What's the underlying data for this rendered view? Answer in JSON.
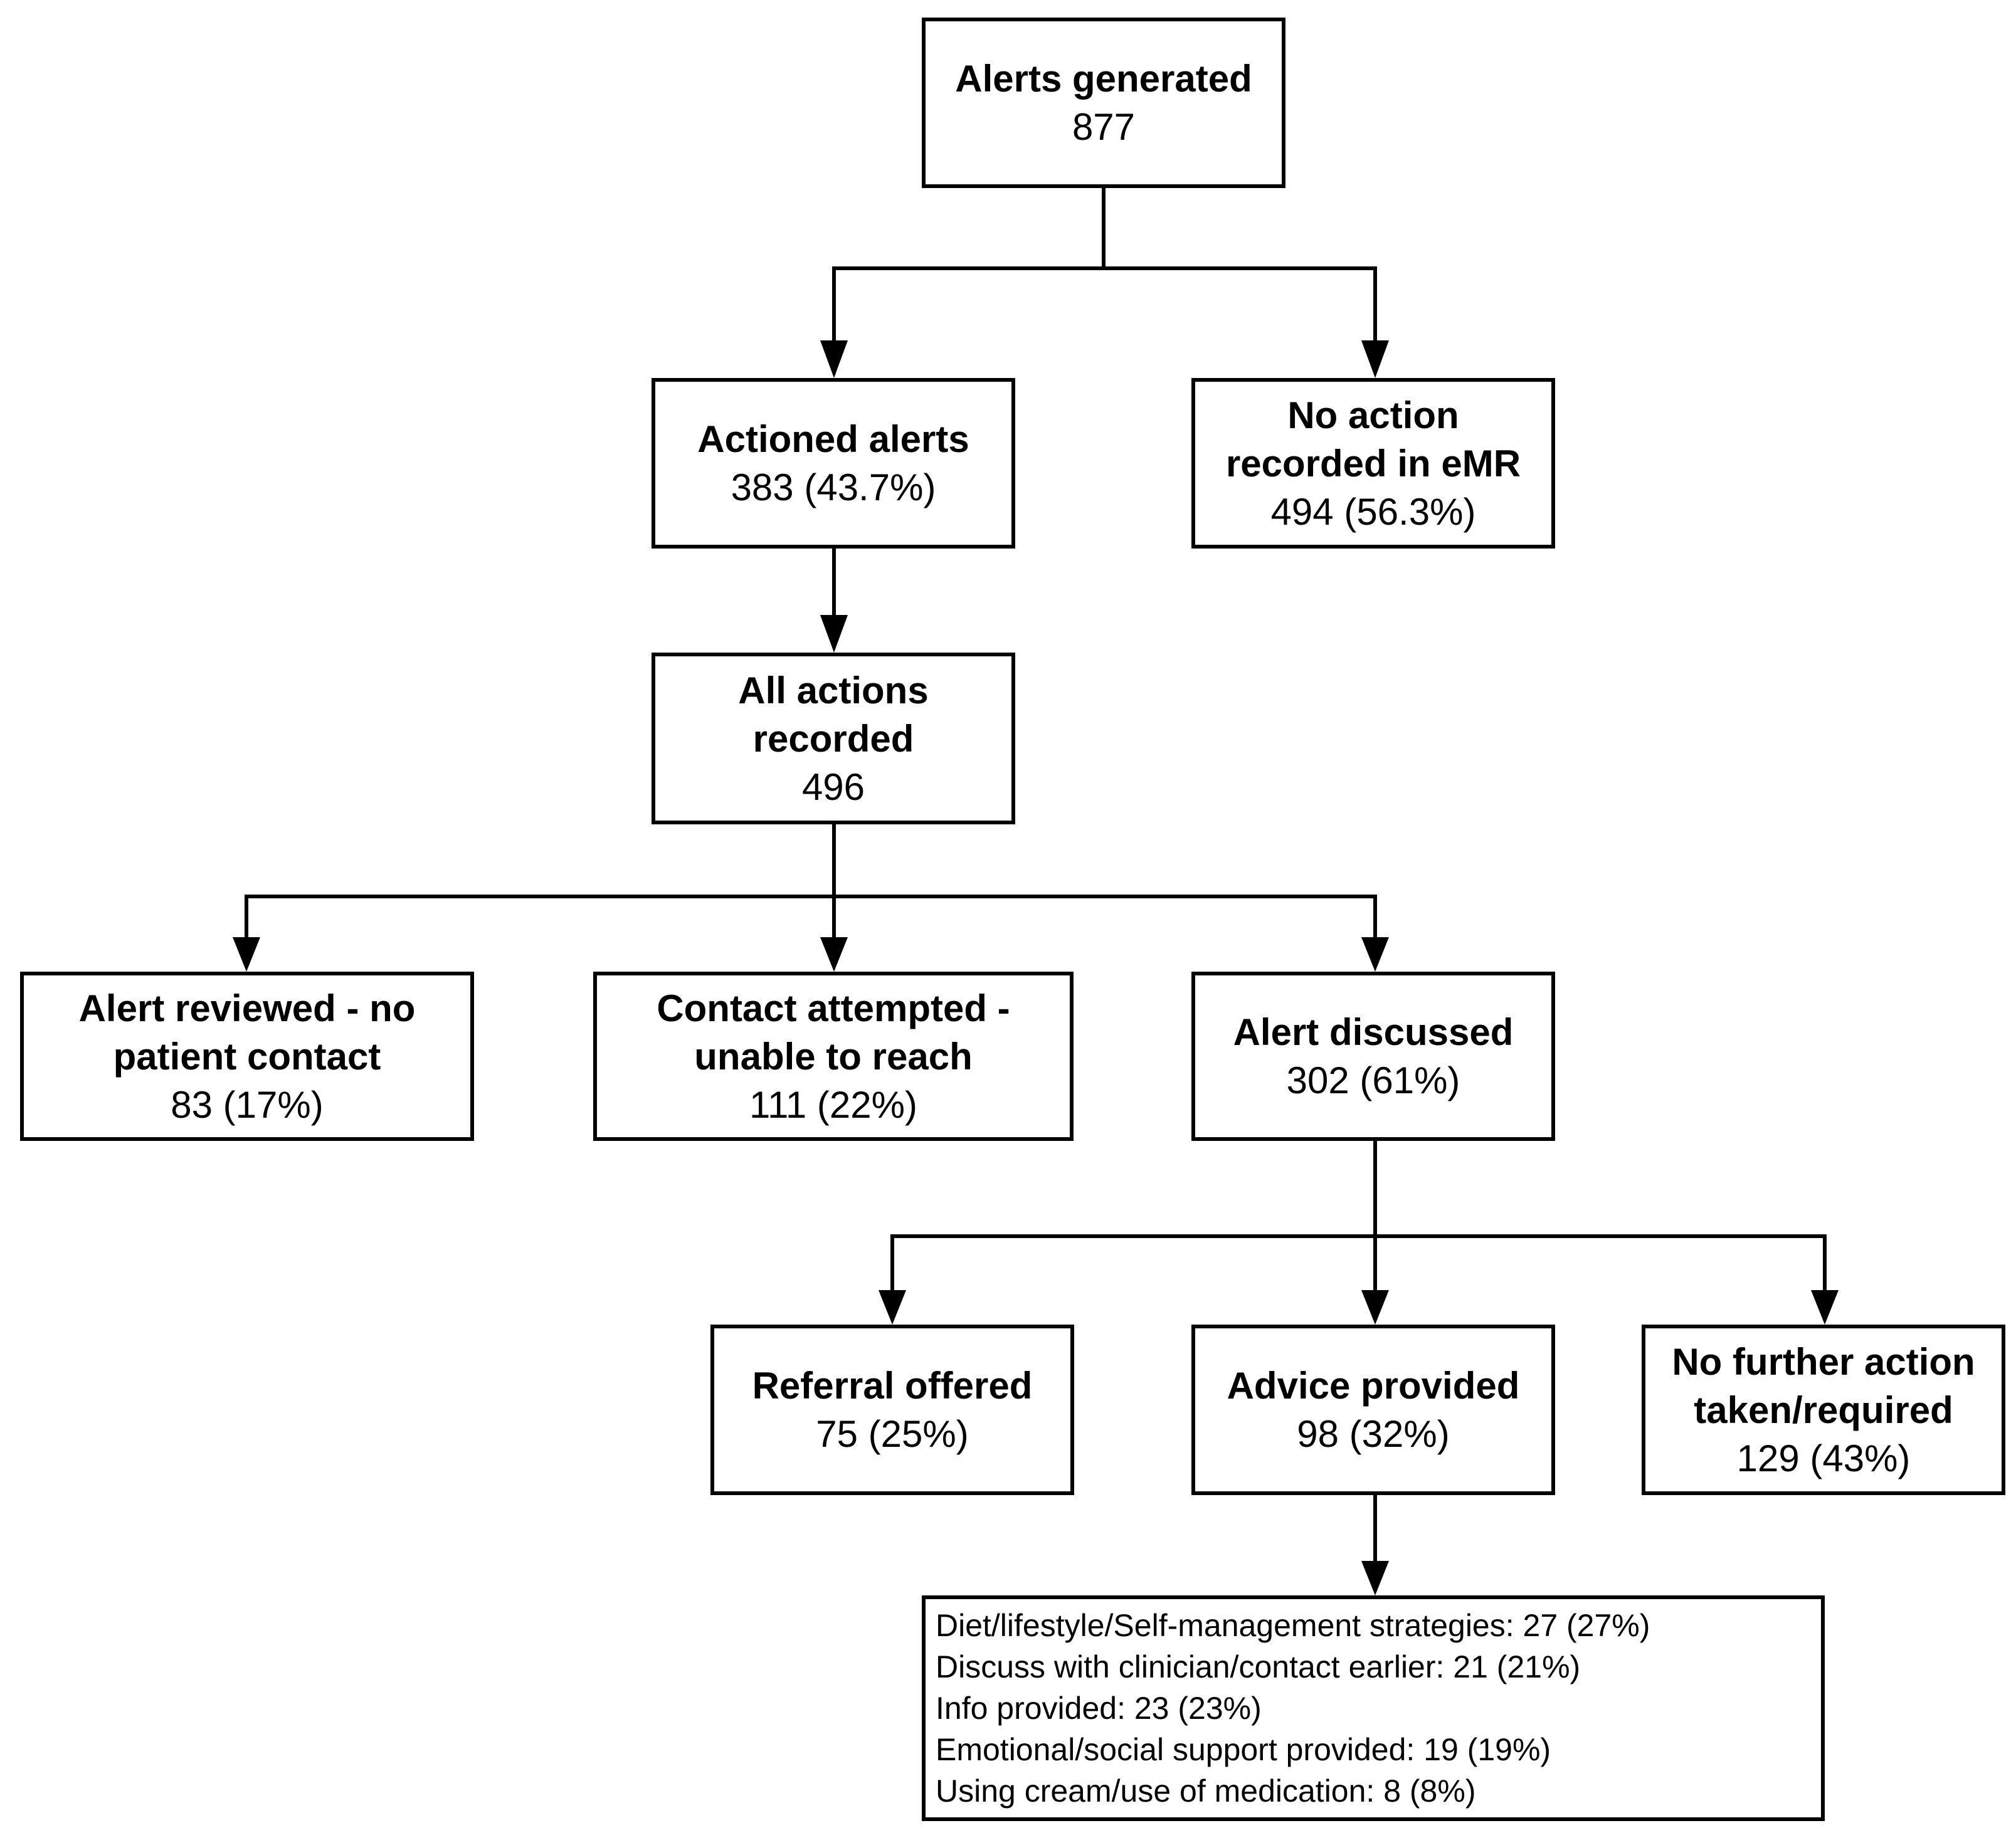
{
  "nodes": {
    "alerts_generated": {
      "title": "Alerts generated",
      "count": "877"
    },
    "actioned_alerts": {
      "title": "Actioned alerts",
      "count": "383 (43.7%)"
    },
    "no_action": {
      "title": "No action recorded in eMR",
      "count": "494 (56.3%)"
    },
    "all_actions": {
      "title": "All actions recorded",
      "count": "496"
    },
    "alert_reviewed": {
      "title": "Alert reviewed - no patient contact",
      "count": "83 (17%)"
    },
    "contact_attempted": {
      "title": "Contact attempted - unable to reach",
      "count": "111 (22%)"
    },
    "alert_discussed": {
      "title": "Alert discussed",
      "count": "302 (61%)"
    },
    "referral_offered": {
      "title": "Referral offered",
      "count": "75 (25%)"
    },
    "advice_provided": {
      "title": "Advice provided",
      "count": "98 (32%)"
    },
    "no_further_action": {
      "title": "No further action taken/required",
      "count": "129 (43%)"
    }
  },
  "advice_breakdown": [
    "Diet/lifestyle/Self-management strategies: 27 (27%)",
    "Discuss with clinician/contact earlier: 21 (21%)",
    "Info provided: 23 (23%)",
    "Emotional/social support provided: 19 (19%)",
    "Using cream/use of medication: 8 (8%)"
  ],
  "colors": {
    "line": "#000000",
    "box_border": "#000000",
    "background": "#ffffff"
  }
}
